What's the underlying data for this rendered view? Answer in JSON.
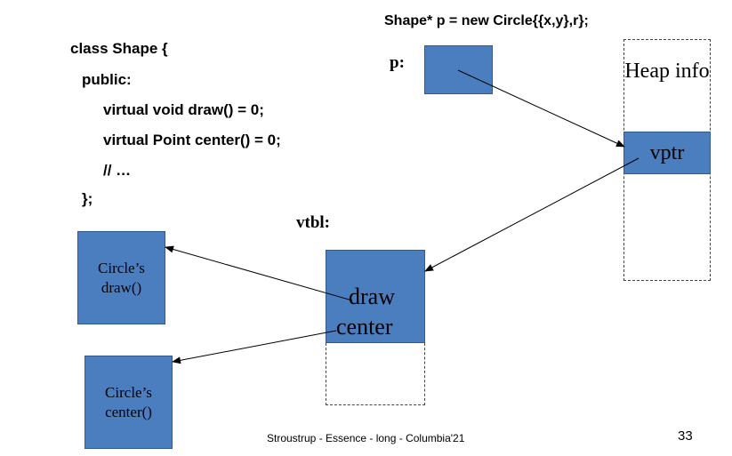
{
  "code": {
    "new_stmt": "Shape* p = new Circle{{x,y},r};",
    "lines": [
      "class Shape {",
      "public:",
      "virtual void draw() = 0;",
      "virtual Point center() = 0;",
      "// …",
      "};"
    ]
  },
  "labels": {
    "p": "p:",
    "vtbl": "vtbl:",
    "heap_info": "Heap info",
    "vptr": "vptr",
    "draw": "draw",
    "center": "center",
    "circle_draw": "Circle’s draw()",
    "circle_center": "Circle’s center()"
  },
  "footer": {
    "text": "Stroustrup - Essence - long - Columbia'21",
    "page_number": "33"
  },
  "colors": {
    "box_fill": "#4a7ebf"
  }
}
